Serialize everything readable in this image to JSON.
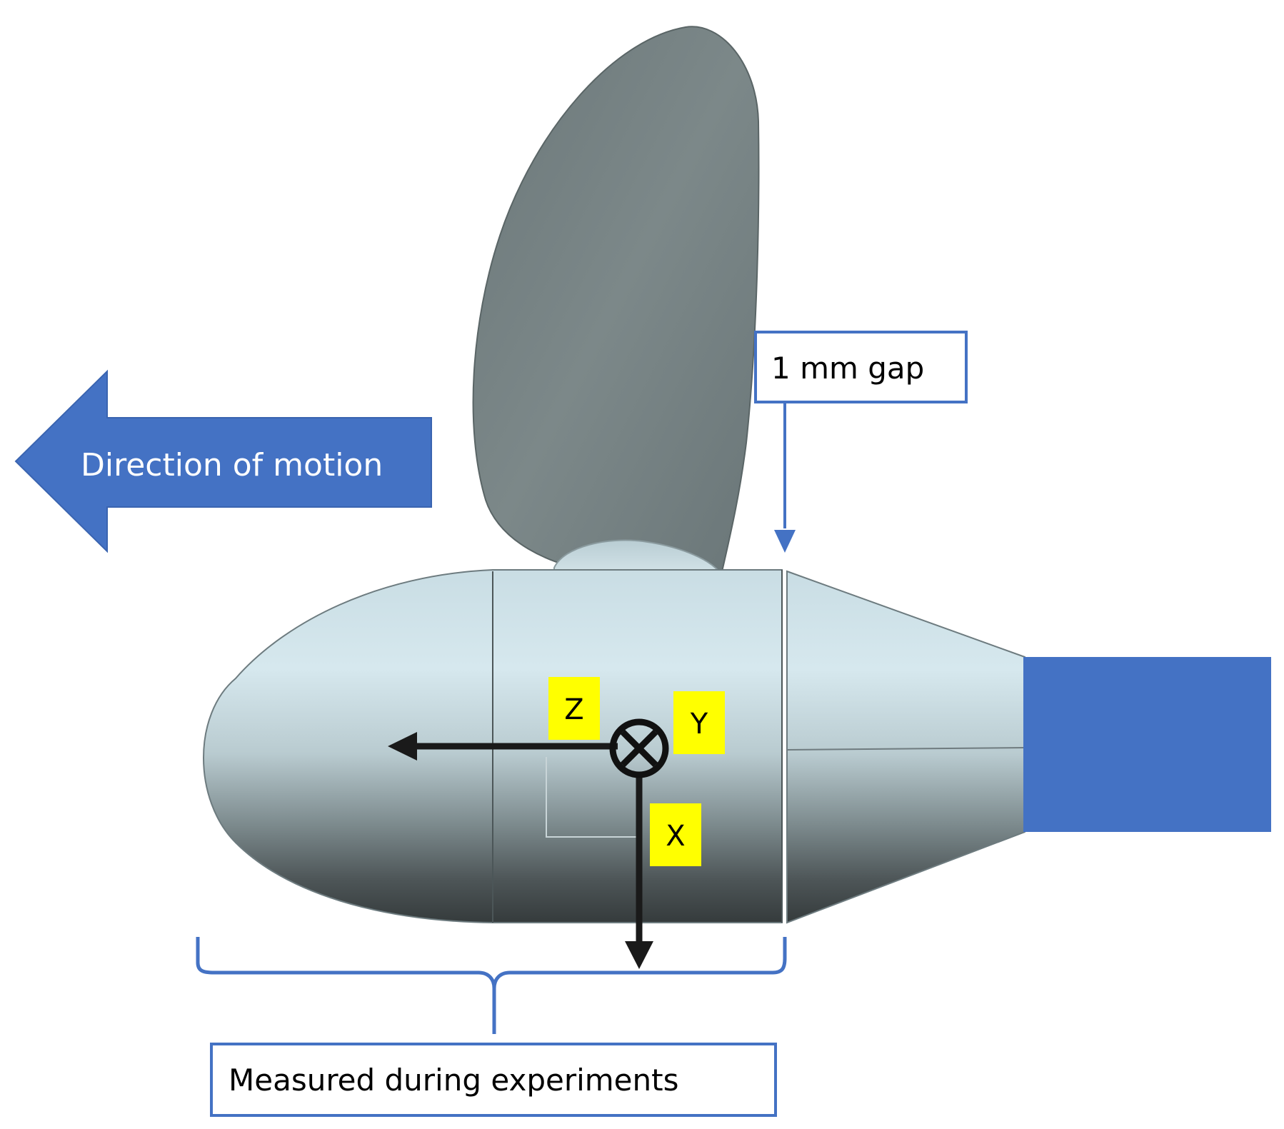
{
  "figure": {
    "direction_label": "Direction of motion",
    "gap_label": "1 mm gap",
    "measured_label": "Measured during experiments",
    "axes": {
      "z": "Z",
      "y": "Y",
      "x": "X"
    }
  },
  "colors": {
    "accent_blue": "#4472C4",
    "label_yellow": "#FFFF00",
    "axis_black": "#1a1a1a",
    "blade_grey": "#6f7b7d",
    "hub_light": "#d4e6ec",
    "hub_dark": "#3a4142"
  }
}
